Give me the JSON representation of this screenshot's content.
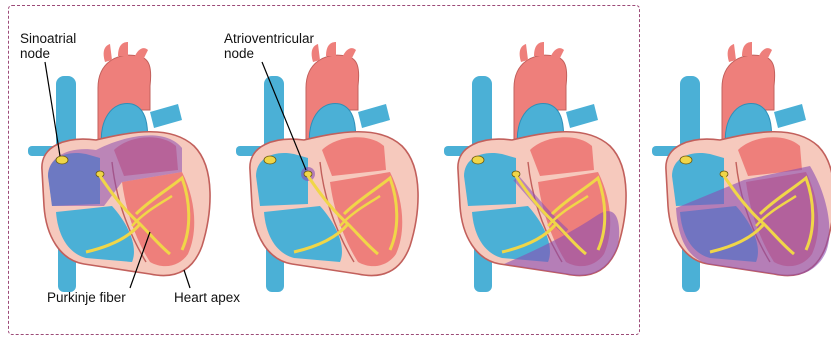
{
  "labels": {
    "sinoatrial_node": "Sinoatrial\nnode",
    "atrioventricular_node": "Atrioventricular\nnode",
    "purkinje_fiber": "Purkinje fiber",
    "heart_apex": "Heart apex"
  },
  "colors": {
    "vessel_blue": "#4bb0d6",
    "vessel_blue_dark": "#2e8fb8",
    "heart_red": "#ee7f7b",
    "heart_red_light": "#f4a39f",
    "tissue_pink": "#f6c9bd",
    "wall_outline": "#c2605c",
    "conduction_yellow": "#f0d648",
    "depolarized_purple": "#8a4db3",
    "frame_border": "#9c4a78"
  },
  "stages": [
    {
      "name": "sa-node-activation",
      "purple_region": "atria"
    },
    {
      "name": "av-node-delay",
      "purple_region": "av-node"
    },
    {
      "name": "purkinje-conduction",
      "purple_region": "apex"
    },
    {
      "name": "ventricular-contraction",
      "purple_region": "ventricles"
    }
  ]
}
